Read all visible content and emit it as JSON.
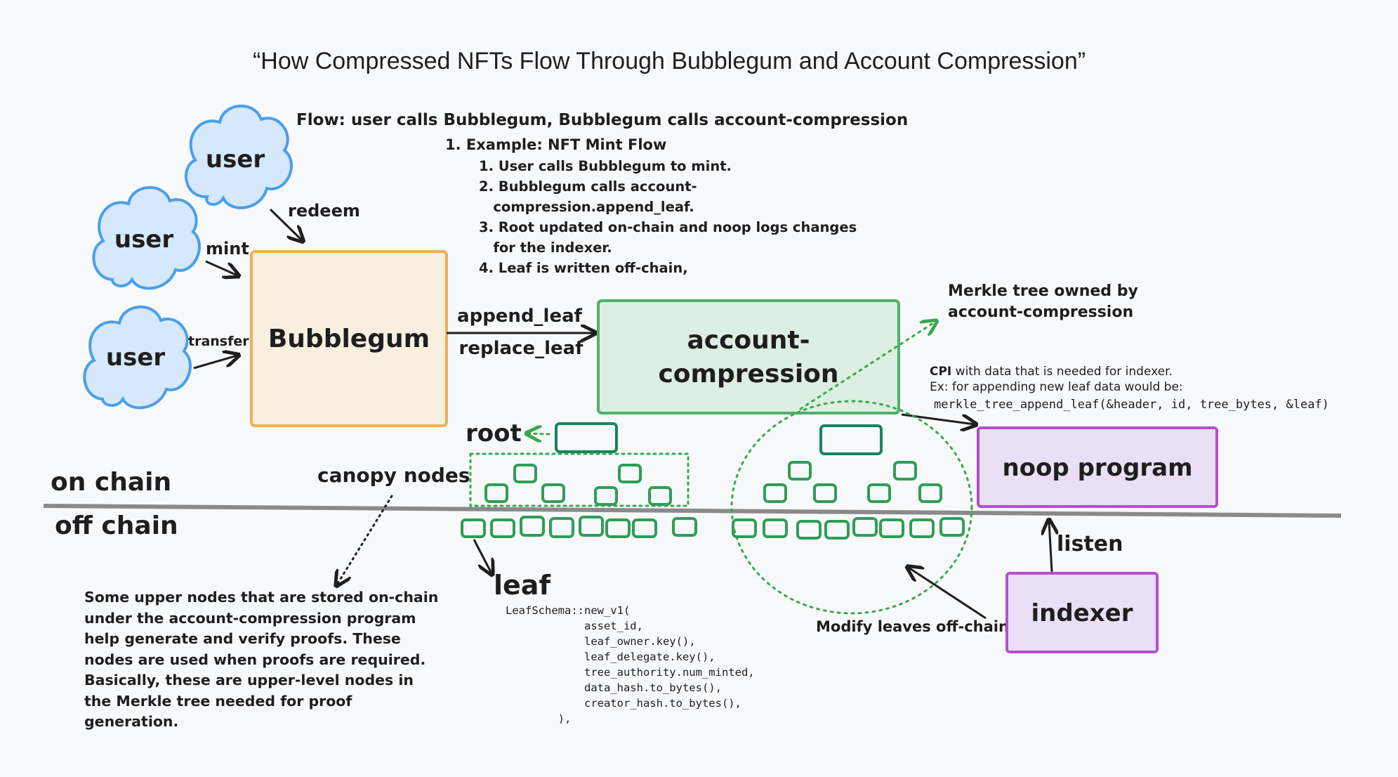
{
  "title": "“How Compressed NFTs Flow Through Bubblegum and Account Compression”",
  "flow_heading": "Flow: user calls Bubblegum, Bubblegum calls account-compression",
  "example": {
    "heading": "1. Example: NFT Mint Flow",
    "steps": [
      "1. User calls Bubblegum to mint.",
      "2. Bubblegum calls account-",
      "   compression.append_leaf.",
      "3. Root updated on-chain and noop logs changes",
      "   for the indexer.",
      "4. Leaf is written off-chain,"
    ]
  },
  "users": [
    "user",
    "user",
    "user"
  ],
  "user_actions": {
    "redeem": "redeem",
    "mint": "mint",
    "transfer": "transfer"
  },
  "boxes": {
    "bubblegum": "Bubblegum",
    "account_compression_1": "account-",
    "account_compression_2": "compression",
    "noop": "noop program",
    "indexer": "indexer"
  },
  "instructions": {
    "append": "append_leaf",
    "replace": "replace_leaf"
  },
  "labels": {
    "root": "root",
    "canopy": "canopy nodes",
    "on_chain": "on chain",
    "off_chain": "off chain",
    "leaf": "leaf",
    "listen": "listen",
    "modify": "Modify leaves off-chain"
  },
  "merkle_owned": [
    "Merkle tree owned by",
    "account-compression"
  ],
  "cpi_note": {
    "prefix": "CPI",
    "line1": " with data that is needed for indexer.",
    "line2": "Ex: for appending new leaf data would be:",
    "code": "merkle_tree_append_leaf(&header, id, tree_bytes, &leaf)"
  },
  "canopy_description": [
    "Some upper nodes that are stored on-chain",
    "under the account-compression program",
    "help generate and verify proofs. These",
    "nodes are used when proofs are required.",
    "Basically, these are upper-level nodes in",
    "the Merkle tree needed for proof",
    "generation."
  ],
  "leaf_schema": [
    "LeafSchema::new_v1(",
    "            asset_id,",
    "            leaf_owner.key(),",
    "            leaf_delegate.key(),",
    "            tree_authority.num_minted,",
    "            data_hash.to_bytes(),",
    "            creator_hash.to_bytes(),",
    "        ),"
  ],
  "colors": {
    "cloud_fill": "#d6e8fb",
    "cloud_stroke": "#4a9fea",
    "bubblegum_fill": "#f9efe1",
    "bubblegum_stroke": "#f2ae4f",
    "compression_fill": "#dcefe0",
    "compression_stroke": "#4fb06d",
    "node_stroke": "#2f9e58",
    "root_stroke": "#16845d",
    "purple_fill": "#eadff5",
    "purple_stroke": "#b54fcf",
    "divider": "#8a8a8a",
    "arrow": "#1e1e1e",
    "dotted_green": "#3aa74e"
  }
}
